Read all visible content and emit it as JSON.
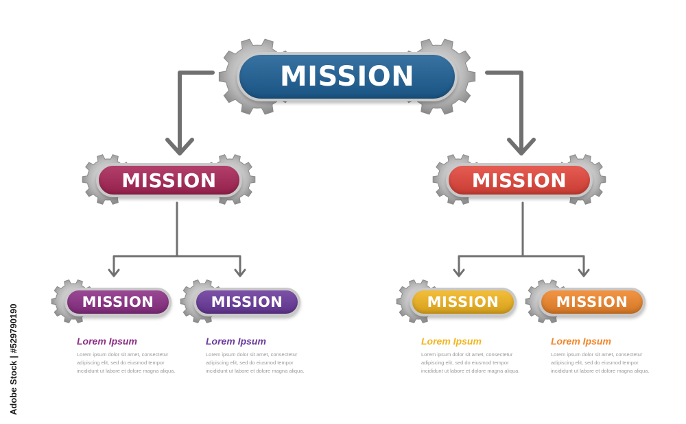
{
  "nodes": {
    "root": {
      "label": "MISSION",
      "color": "#1d5f95"
    },
    "left": {
      "label": "MISSION",
      "color": "#a82556"
    },
    "right": {
      "label": "MISSION",
      "color": "#e3453a"
    },
    "leaf1": {
      "label": "MISSION",
      "color": "#8c2f86",
      "title": "Lorem Ipsum",
      "body": "Lorem ipsum dolor sit amet, consectetur adipiscing elit, sed do eiusmod tempor incididunt ut labore et dolore magna aliqua."
    },
    "leaf2": {
      "label": "MISSION",
      "color": "#6a3a9c",
      "title": "Lorem Ipsum",
      "body": "Lorem ipsum dolor sit amet, consectetur adipiscing elit, sed do eiusmod tempor incididunt ut labore et dolore magna aliqua."
    },
    "leaf3": {
      "label": "MISSION",
      "color": "#f2b51f",
      "title": "Lorem Ipsum",
      "body": "Lorem ipsum dolor sit amet, consectetur adipiscing elit, sed do eiusmod tempor incididunt ut labore et dolore magna aliqua."
    },
    "leaf4": {
      "label": "MISSION",
      "color": "#f0862a",
      "title": "Lorem Ipsum",
      "body": "Lorem ipsum dolor sit amet, consectetur adipiscing elit, sed do eiusmod tempor incididunt ut labore et dolore magna aliqua."
    }
  },
  "title_colors": {
    "leaf1": "#8c2f86",
    "leaf2": "#6a3a9c",
    "leaf3": "#f2b51f",
    "leaf4": "#f0862a"
  },
  "stock_id": "Adobe Stock | #529790190"
}
